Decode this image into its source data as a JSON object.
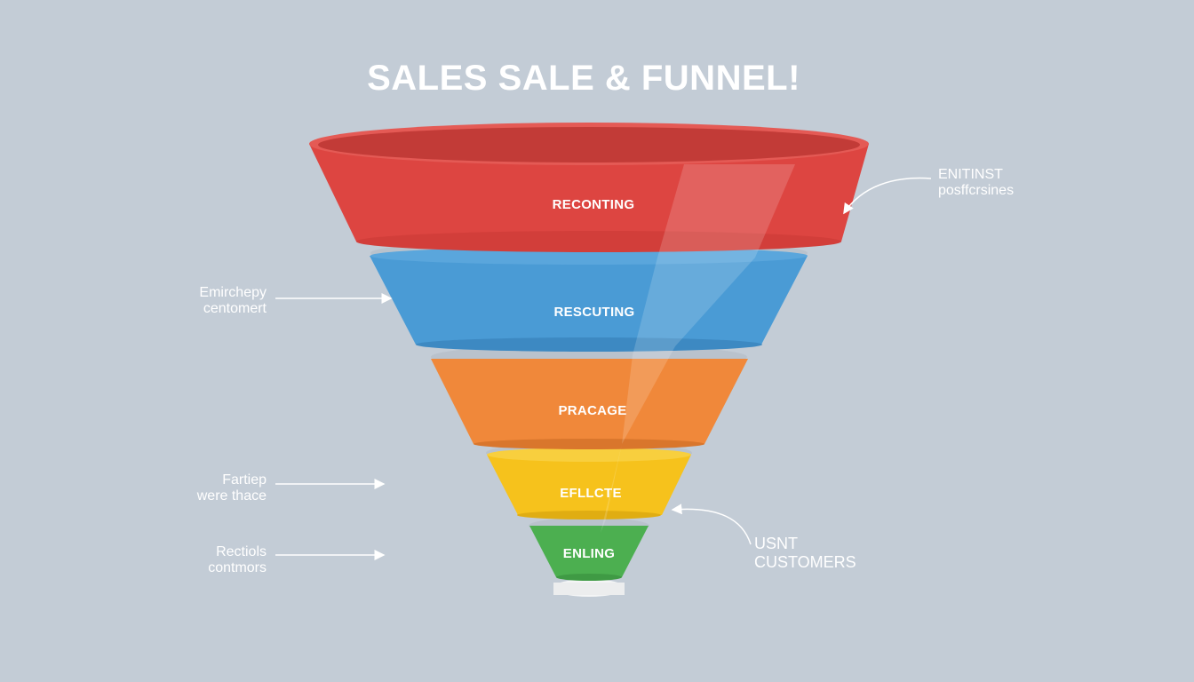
{
  "title": "SALES SALE & FUNNEL!",
  "stages": [
    {
      "label": "RECONTING",
      "color": "#dd4541"
    },
    {
      "label": "RESCUTING",
      "color": "#4a9bd5"
    },
    {
      "label": "PRACAGE",
      "color": "#f0883a"
    },
    {
      "label": "EFLLCTE",
      "color": "#f6c21c"
    },
    {
      "label": "ENLING",
      "color": "#4caf50"
    }
  ],
  "annotations": {
    "top_right": {
      "line1": "ENITINST",
      "line2": "posffcrsines"
    },
    "left_1": {
      "line1": "Emirchepy",
      "line2": "centomert"
    },
    "left_2": {
      "line1": "Fartiep",
      "line2": "were thace"
    },
    "left_3": {
      "line1": "Rectiols",
      "line2": "contmors"
    },
    "bottom_right": {
      "line1": "USNT",
      "line2": "CUSTOMERS"
    }
  }
}
